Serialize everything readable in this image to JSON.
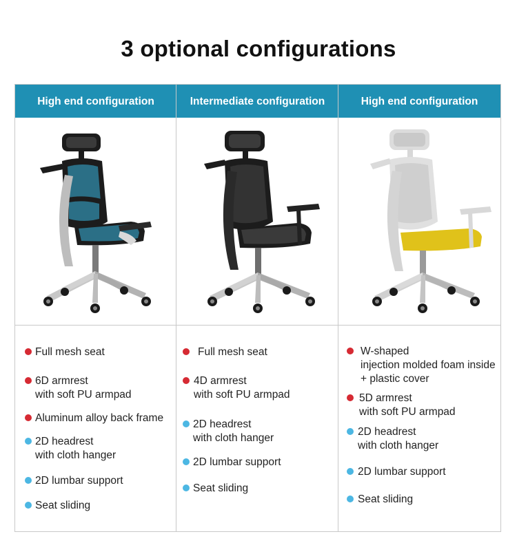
{
  "title": "3 optional configurations",
  "colors": {
    "header_bg": "#1f90b4",
    "bullet_red": "#d62a33",
    "bullet_blue": "#4cb7e3",
    "seat_yellow": "#e0c21a",
    "mesh_blue": "#2b6f86"
  },
  "columns": [
    {
      "header": "High end configuration",
      "image": "chair-icon-black-blue-mesh",
      "features": [
        {
          "line1": "Full mesh seat",
          "line2": "",
          "bullet": "red"
        },
        {
          "line1": "6D armrest",
          "line2": "with soft PU armpad",
          "bullet": "red"
        },
        {
          "line1": "Aluminum alloy back frame",
          "line2": "",
          "bullet": "red"
        },
        {
          "line1": "2D headrest",
          "line2": "with cloth hanger",
          "bullet": "blue"
        },
        {
          "line1": "2D lumbar support",
          "line2": "",
          "bullet": "blue"
        },
        {
          "line1": "Seat sliding",
          "line2": "",
          "bullet": "blue"
        }
      ]
    },
    {
      "header": "Intermediate configuration",
      "image": "chair-icon-black-mesh",
      "features": [
        {
          "line1": "Full mesh seat",
          "line2": "",
          "bullet": "red"
        },
        {
          "line1": "4D armrest",
          "line2": "with soft PU armpad",
          "bullet": "red"
        },
        {
          "line1": "2D headrest",
          "line2": "with cloth hanger",
          "bullet": "blue"
        },
        {
          "line1": "2D lumbar support",
          "line2": "",
          "bullet": "blue"
        },
        {
          "line1": "Seat sliding",
          "line2": "",
          "bullet": "blue"
        }
      ]
    },
    {
      "header": "High end configuration",
      "image": "chair-icon-white-yellow-seat",
      "features": [
        {
          "line1": "W-shaped",
          "line2": "injection molded foam inside",
          "line3": "+ plastic cover",
          "bullet": "red"
        },
        {
          "line1": "5D armrest",
          "line2": "with soft PU armpad",
          "bullet": "red"
        },
        {
          "line1": "2D headrest",
          "line2": "with cloth hanger",
          "bullet": "blue"
        },
        {
          "line1": "2D lumbar support",
          "line2": "",
          "bullet": "blue"
        },
        {
          "line1": "Seat sliding",
          "line2": "",
          "bullet": "blue"
        }
      ]
    }
  ]
}
